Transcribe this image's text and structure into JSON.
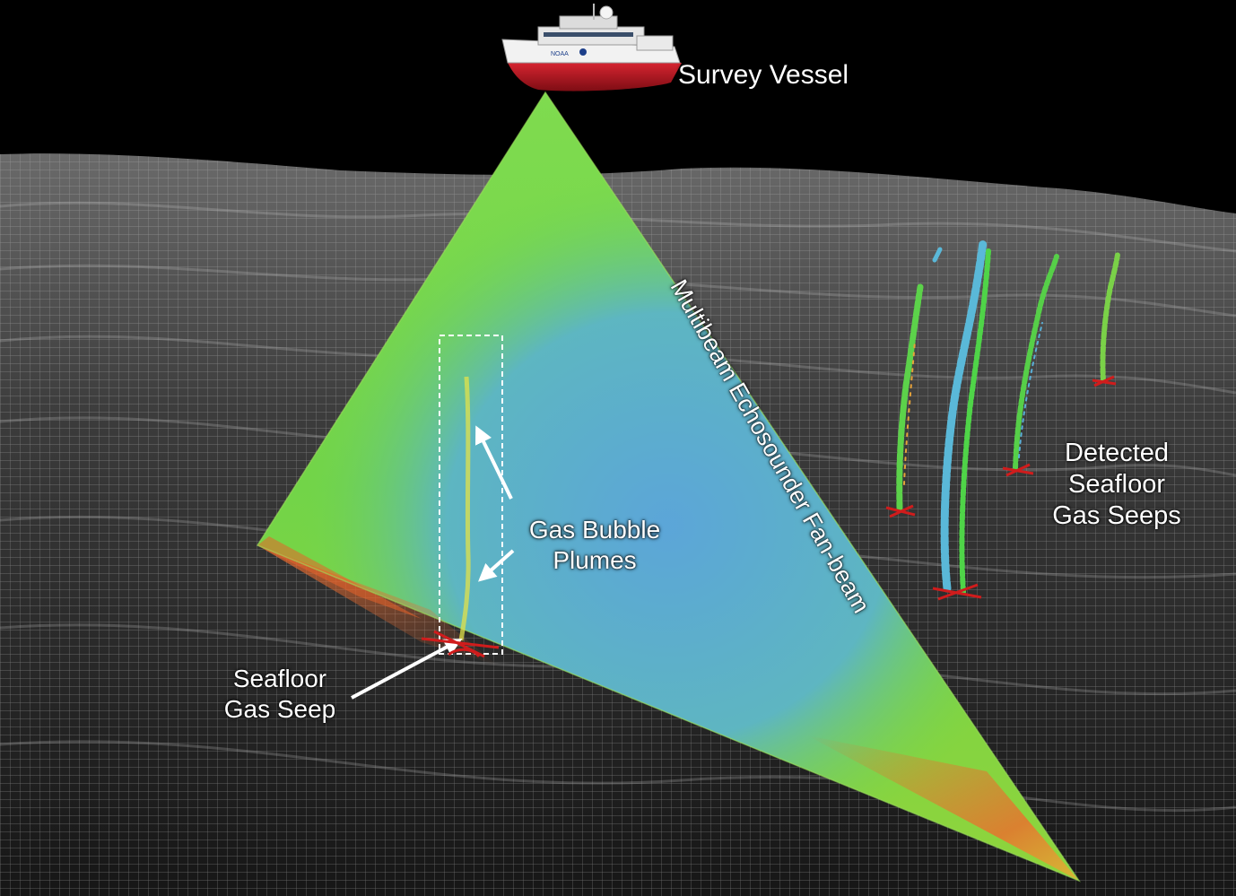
{
  "labels": {
    "survey_vessel": "Survey Vessel",
    "beam": "Multibeam Echosounder Fan-beam",
    "plumes_line1": "Gas Bubble",
    "plumes_line2": "Plumes",
    "seep_line1": "Seafloor",
    "seep_line2": "Gas Seep",
    "detected_line1": "Detected",
    "detected_line2": "Seafloor",
    "detected_line3": "Gas Seeps"
  },
  "vessel": {
    "hull_text": "NOAA"
  },
  "colors": {
    "sky": "#000000",
    "seafloor_mesh": "#b8b8b8",
    "beam_green": "#6fd64a",
    "beam_blue": "#5aa9d8",
    "beam_edge_orange": "#e8733a",
    "seep_marker_red": "#d01c1c",
    "hull_red": "#b3141e",
    "text": "#ffffff"
  }
}
